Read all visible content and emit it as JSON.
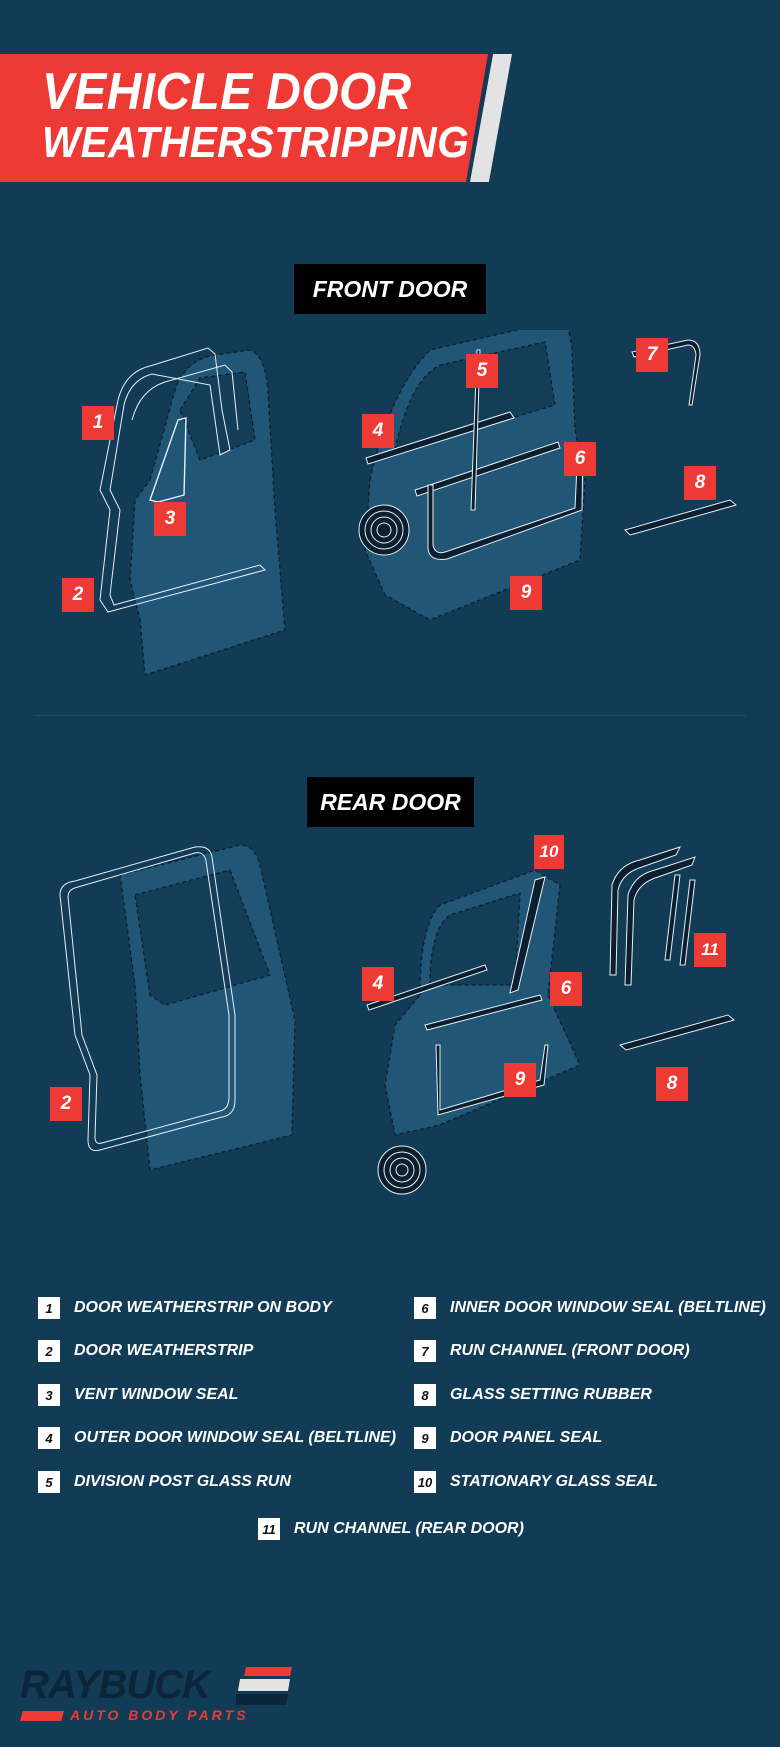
{
  "header": {
    "title_line1": "VEHICLE DOOR",
    "title_line2": "WEATHERSTRIPPING"
  },
  "colors": {
    "background": "#123b56",
    "accent_red": "#ee3a35",
    "door_fill": "#245a7a",
    "label_bg": "#000000",
    "stripe_gray": "#e3e3e3"
  },
  "sections": {
    "front": {
      "label": "FRONT DOOR",
      "markers": [
        "1",
        "2",
        "3",
        "4",
        "5",
        "6",
        "7",
        "8",
        "9"
      ]
    },
    "rear": {
      "label": "REAR DOOR",
      "markers": [
        "2",
        "4",
        "6",
        "8",
        "9",
        "10",
        "11"
      ]
    }
  },
  "legend": {
    "items": [
      {
        "num": "1",
        "label": "DOOR WEATHERSTRIP ON BODY"
      },
      {
        "num": "2",
        "label": "DOOR WEATHERSTRIP"
      },
      {
        "num": "3",
        "label": "VENT WINDOW SEAL"
      },
      {
        "num": "4",
        "label": "OUTER DOOR WINDOW SEAL (BELTLINE)"
      },
      {
        "num": "5",
        "label": "DIVISION POST GLASS RUN"
      },
      {
        "num": "6",
        "label": "INNER DOOR WINDOW SEAL (BELTLINE)"
      },
      {
        "num": "7",
        "label": "RUN CHANNEL (FRONT DOOR)"
      },
      {
        "num": "8",
        "label": "GLASS SETTING RUBBER"
      },
      {
        "num": "9",
        "label": "DOOR PANEL SEAL"
      },
      {
        "num": "10",
        "label": "STATIONARY GLASS SEAL"
      },
      {
        "num": "11",
        "label": "RUN CHANNEL (REAR DOOR)"
      }
    ]
  },
  "logo": {
    "brand": "RAYBUCK",
    "tagline": "AUTO BODY PARTS"
  }
}
